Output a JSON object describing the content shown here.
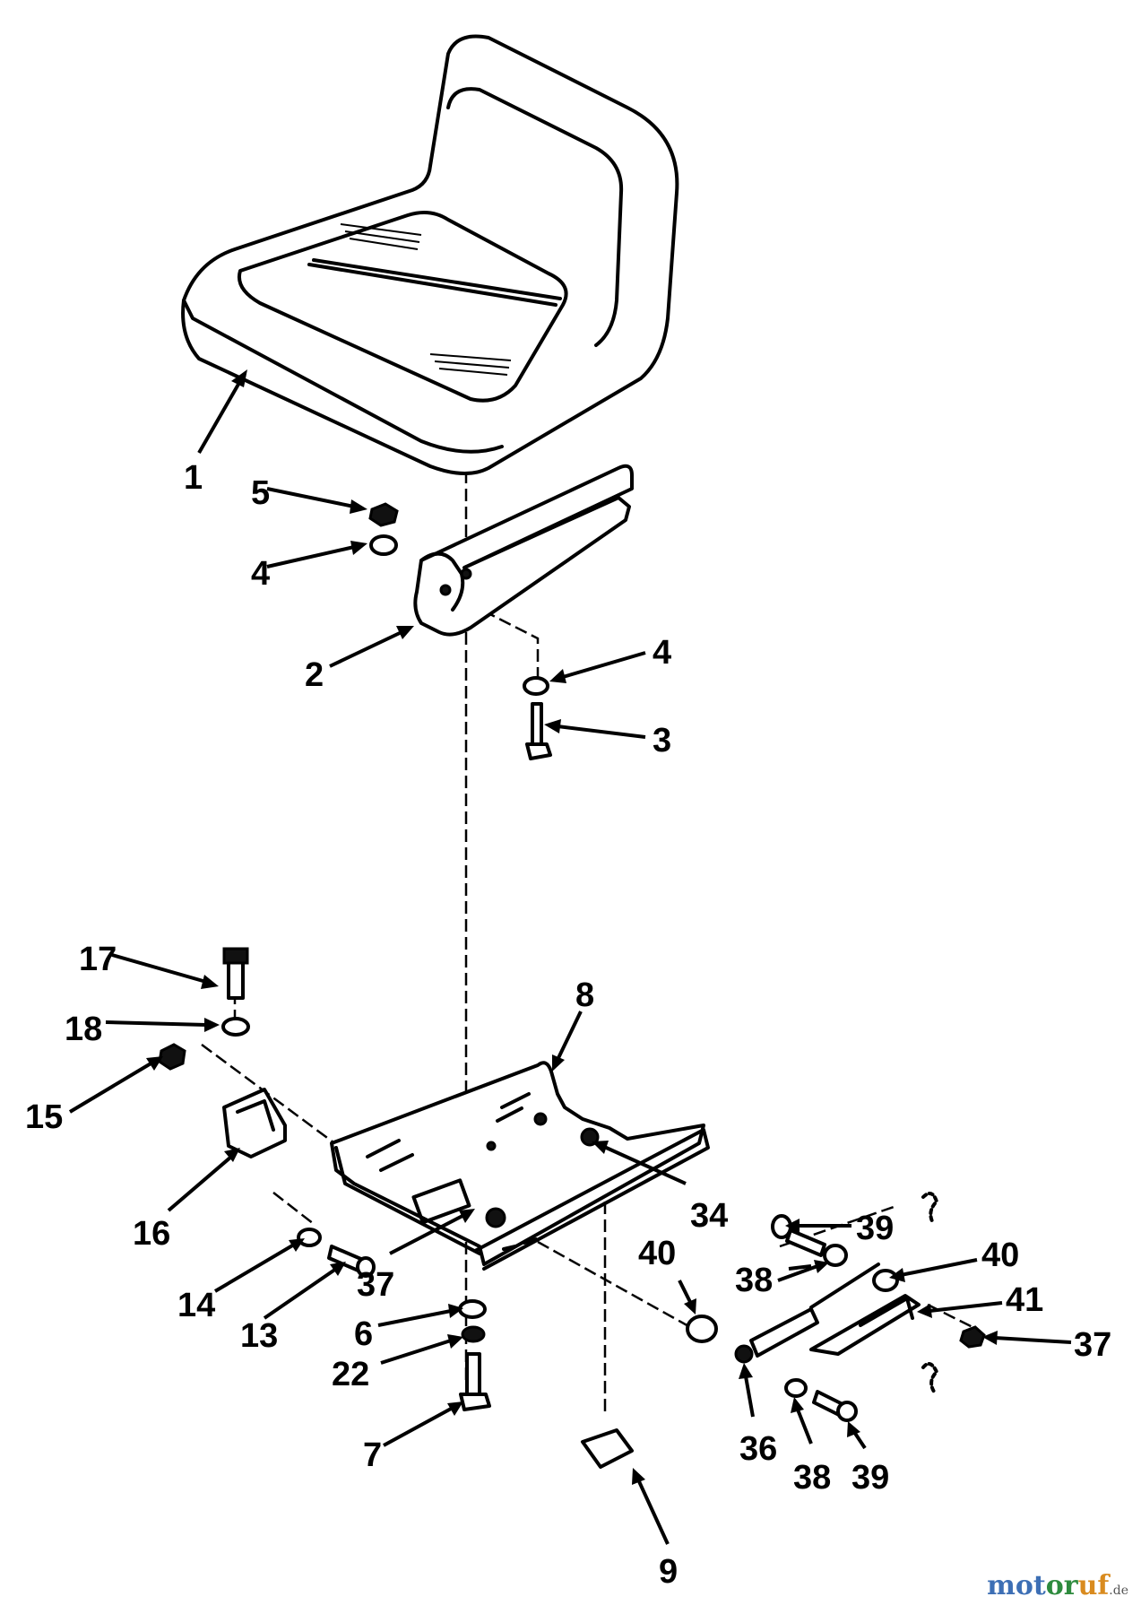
{
  "parts": [
    {
      "id": "p1",
      "label": "1",
      "name": "seat"
    },
    {
      "id": "p2",
      "label": "2",
      "name": "seat-bracket"
    },
    {
      "id": "p3",
      "label": "3",
      "name": "bracket-bolt"
    },
    {
      "id": "p4a",
      "label": "4",
      "name": "washer-upper"
    },
    {
      "id": "p4b",
      "label": "4",
      "name": "washer-lower"
    },
    {
      "id": "p5",
      "label": "5",
      "name": "nut"
    },
    {
      "id": "p6",
      "label": "6",
      "name": "washer"
    },
    {
      "id": "p7",
      "label": "7",
      "name": "bolt"
    },
    {
      "id": "p8",
      "label": "8",
      "name": "seat-pan-mount"
    },
    {
      "id": "p9",
      "label": "9",
      "name": "bumper"
    },
    {
      "id": "p13",
      "label": "13",
      "name": "bolt"
    },
    {
      "id": "p14",
      "label": "14",
      "name": "nut"
    },
    {
      "id": "p15",
      "label": "15",
      "name": "nut"
    },
    {
      "id": "p16",
      "label": "16",
      "name": "hinge-bracket"
    },
    {
      "id": "p17",
      "label": "17",
      "name": "bolt"
    },
    {
      "id": "p18",
      "label": "18",
      "name": "washer"
    },
    {
      "id": "p22",
      "label": "22",
      "name": "lock-washer"
    },
    {
      "id": "p34",
      "label": "34",
      "name": "nut"
    },
    {
      "id": "p36",
      "label": "36",
      "name": "spring"
    },
    {
      "id": "p37a",
      "label": "37",
      "name": "nut"
    },
    {
      "id": "p37b",
      "label": "37",
      "name": "nut"
    },
    {
      "id": "p38a",
      "label": "38",
      "name": "washer"
    },
    {
      "id": "p38b",
      "label": "38",
      "name": "washer"
    },
    {
      "id": "p39a",
      "label": "39",
      "name": "bolt"
    },
    {
      "id": "p39b",
      "label": "39",
      "name": "bolt"
    },
    {
      "id": "p40a",
      "label": "40",
      "name": "spacer"
    },
    {
      "id": "p40b",
      "label": "40",
      "name": "spacer"
    },
    {
      "id": "p41",
      "label": "41",
      "name": "spring-bracket"
    }
  ],
  "watermark": {
    "part1": "mot",
    "part2": "or",
    "part3": "uf",
    "suffix": ".de"
  }
}
